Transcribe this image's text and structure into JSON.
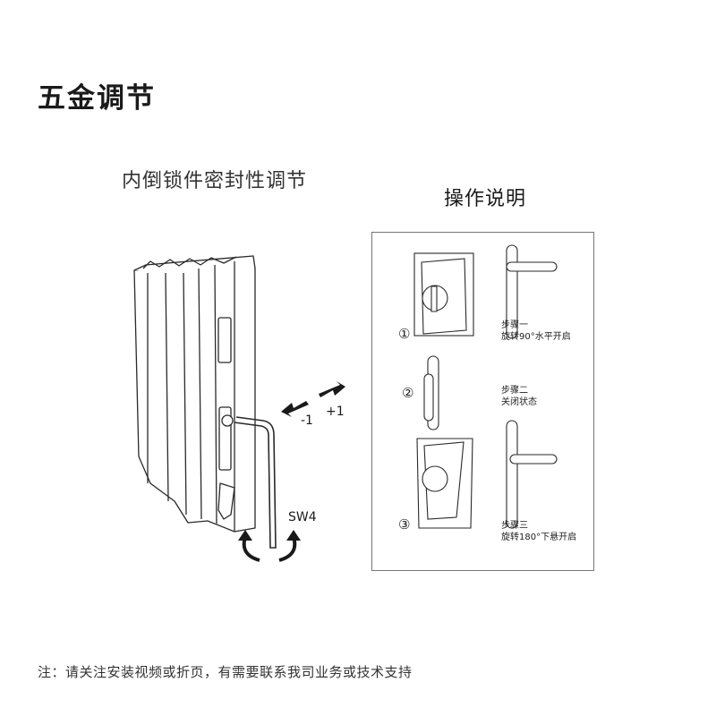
{
  "header": {
    "title": "五金调节"
  },
  "left_section": {
    "title": "内倒锁件密封性调节",
    "labels": {
      "minus": "-1",
      "plus": "+1",
      "key": "SW4"
    }
  },
  "instructions": {
    "title": "操作说明",
    "steps": [
      {
        "number": "①",
        "name": "步骤一",
        "desc": "旋转90°水平开启"
      },
      {
        "number": "②",
        "name": "步骤二",
        "desc": "关闭状态"
      },
      {
        "number": "③",
        "name": "步骤三",
        "desc": "旋转180°下悬开启"
      }
    ]
  },
  "footer": {
    "note": "注：请关注安装视频或折页，有需要联系我司业务或技术支持"
  },
  "colors": {
    "stroke": "#2a2a2a",
    "panel_border": "#777777",
    "background": "#ffffff"
  }
}
